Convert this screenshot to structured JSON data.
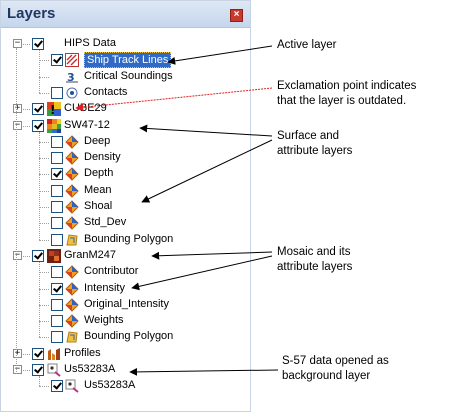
{
  "panel": {
    "title": "Layers"
  },
  "tree": [
    {
      "label": "HIPS Data",
      "indent": 0,
      "expander": "minus",
      "checked": true,
      "icon": "folder-icon"
    },
    {
      "label": "Ship Track Lines",
      "indent": 1,
      "checked": true,
      "icon": "track-lines-icon",
      "selected": true
    },
    {
      "label": "Critical Soundings",
      "indent": 1,
      "checked": false,
      "nocheck": true,
      "icon": "soundings-icon"
    },
    {
      "label": "Contacts",
      "indent": 1,
      "checked": false,
      "icon": "contacts-icon"
    },
    {
      "label": "CUBE29",
      "indent": 0,
      "expander": "plus",
      "checked": true,
      "icon": "outdated-surface-icon"
    },
    {
      "label": "SW47-12",
      "indent": 0,
      "expander": "minus",
      "checked": true,
      "icon": "surface-grid-icon"
    },
    {
      "label": "Deep",
      "indent": 1,
      "checked": false,
      "icon": "attribute-layer-icon"
    },
    {
      "label": "Density",
      "indent": 1,
      "checked": false,
      "icon": "attribute-layer-icon"
    },
    {
      "label": "Depth",
      "indent": 1,
      "checked": true,
      "icon": "attribute-layer-icon"
    },
    {
      "label": "Mean",
      "indent": 1,
      "checked": false,
      "icon": "attribute-layer-icon"
    },
    {
      "label": "Shoal",
      "indent": 1,
      "checked": false,
      "icon": "attribute-layer-icon"
    },
    {
      "label": "Std_Dev",
      "indent": 1,
      "checked": false,
      "icon": "attribute-layer-icon"
    },
    {
      "label": "Bounding Polygon",
      "indent": 1,
      "checked": false,
      "icon": "polygon-icon"
    },
    {
      "label": "GranM247",
      "indent": 0,
      "expander": "minus",
      "checked": true,
      "icon": "mosaic-icon"
    },
    {
      "label": "Contributor",
      "indent": 1,
      "checked": false,
      "icon": "attribute-layer-icon"
    },
    {
      "label": "Intensity",
      "indent": 1,
      "checked": true,
      "icon": "attribute-layer-icon"
    },
    {
      "label": "Original_Intensity",
      "indent": 1,
      "checked": false,
      "icon": "attribute-layer-icon"
    },
    {
      "label": "Weights",
      "indent": 1,
      "checked": false,
      "icon": "attribute-layer-icon"
    },
    {
      "label": "Bounding Polygon",
      "indent": 1,
      "checked": false,
      "icon": "polygon-icon"
    },
    {
      "label": "Profiles",
      "indent": 0,
      "expander": "plus",
      "checked": true,
      "icon": "profiles-icon"
    },
    {
      "label": "Us53283A",
      "indent": 0,
      "expander": "minus",
      "checked": true,
      "icon": "s57-icon"
    },
    {
      "label": "Us53283A",
      "indent": 1,
      "checked": true,
      "icon": "s57-icon"
    }
  ],
  "annotations": {
    "active_layer": "Active layer",
    "outdated_line1": "Exclamation point indicates",
    "outdated_line2": "that the layer is outdated.",
    "surface_line1": "Surface and",
    "surface_line2": "attribute layers",
    "mosaic_line1": "Mosaic and its",
    "mosaic_line2": "attribute layers",
    "s57_line1": "S-57 data opened as",
    "s57_line2": "background layer"
  },
  "colors": {
    "selection": "#316ac5",
    "close": "#c83a2e",
    "outdated_arrow": "#e02020"
  }
}
